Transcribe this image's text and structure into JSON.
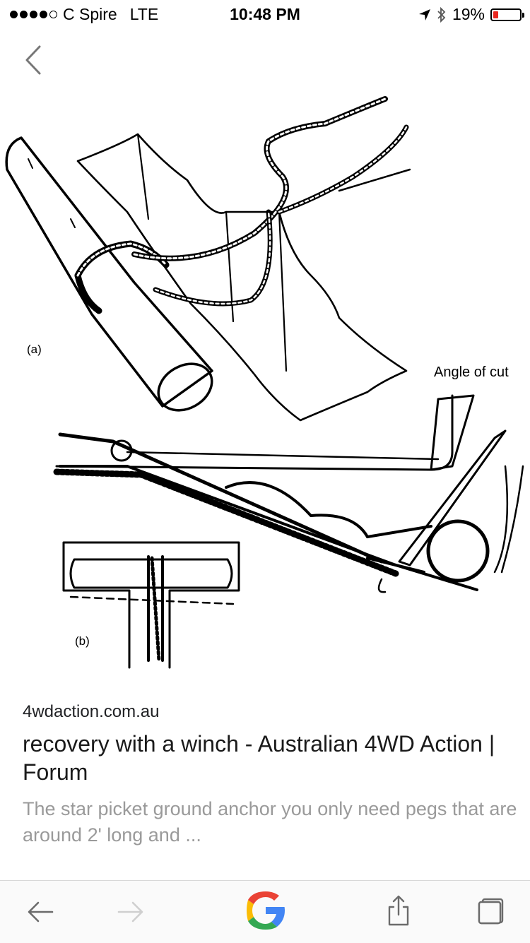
{
  "status": {
    "carrier": "C Spire",
    "network": "LTE",
    "time": "10:48 PM",
    "battery_percent": "19%",
    "battery_level": 0.19,
    "signal_bars": 4,
    "signal_total": 5,
    "battery_color": "#e8261f"
  },
  "image": {
    "label_a": "(a)",
    "label_b": "(b)",
    "label_angle": "Angle of cut"
  },
  "result": {
    "source": "4wdaction.com.au",
    "title": "recovery with a winch - Australian 4WD Action | Forum",
    "snippet": "The star picket ground anchor you only need pegs that are around 2' long and ..."
  },
  "toolbar": {
    "back": "back-arrow-icon",
    "forward": "forward-arrow-icon",
    "google": "google-g-icon",
    "share": "share-icon",
    "tabs": "tabs-icon",
    "google_colors": [
      "#4285F4",
      "#EA4335",
      "#FBBC05",
      "#34A853"
    ]
  }
}
